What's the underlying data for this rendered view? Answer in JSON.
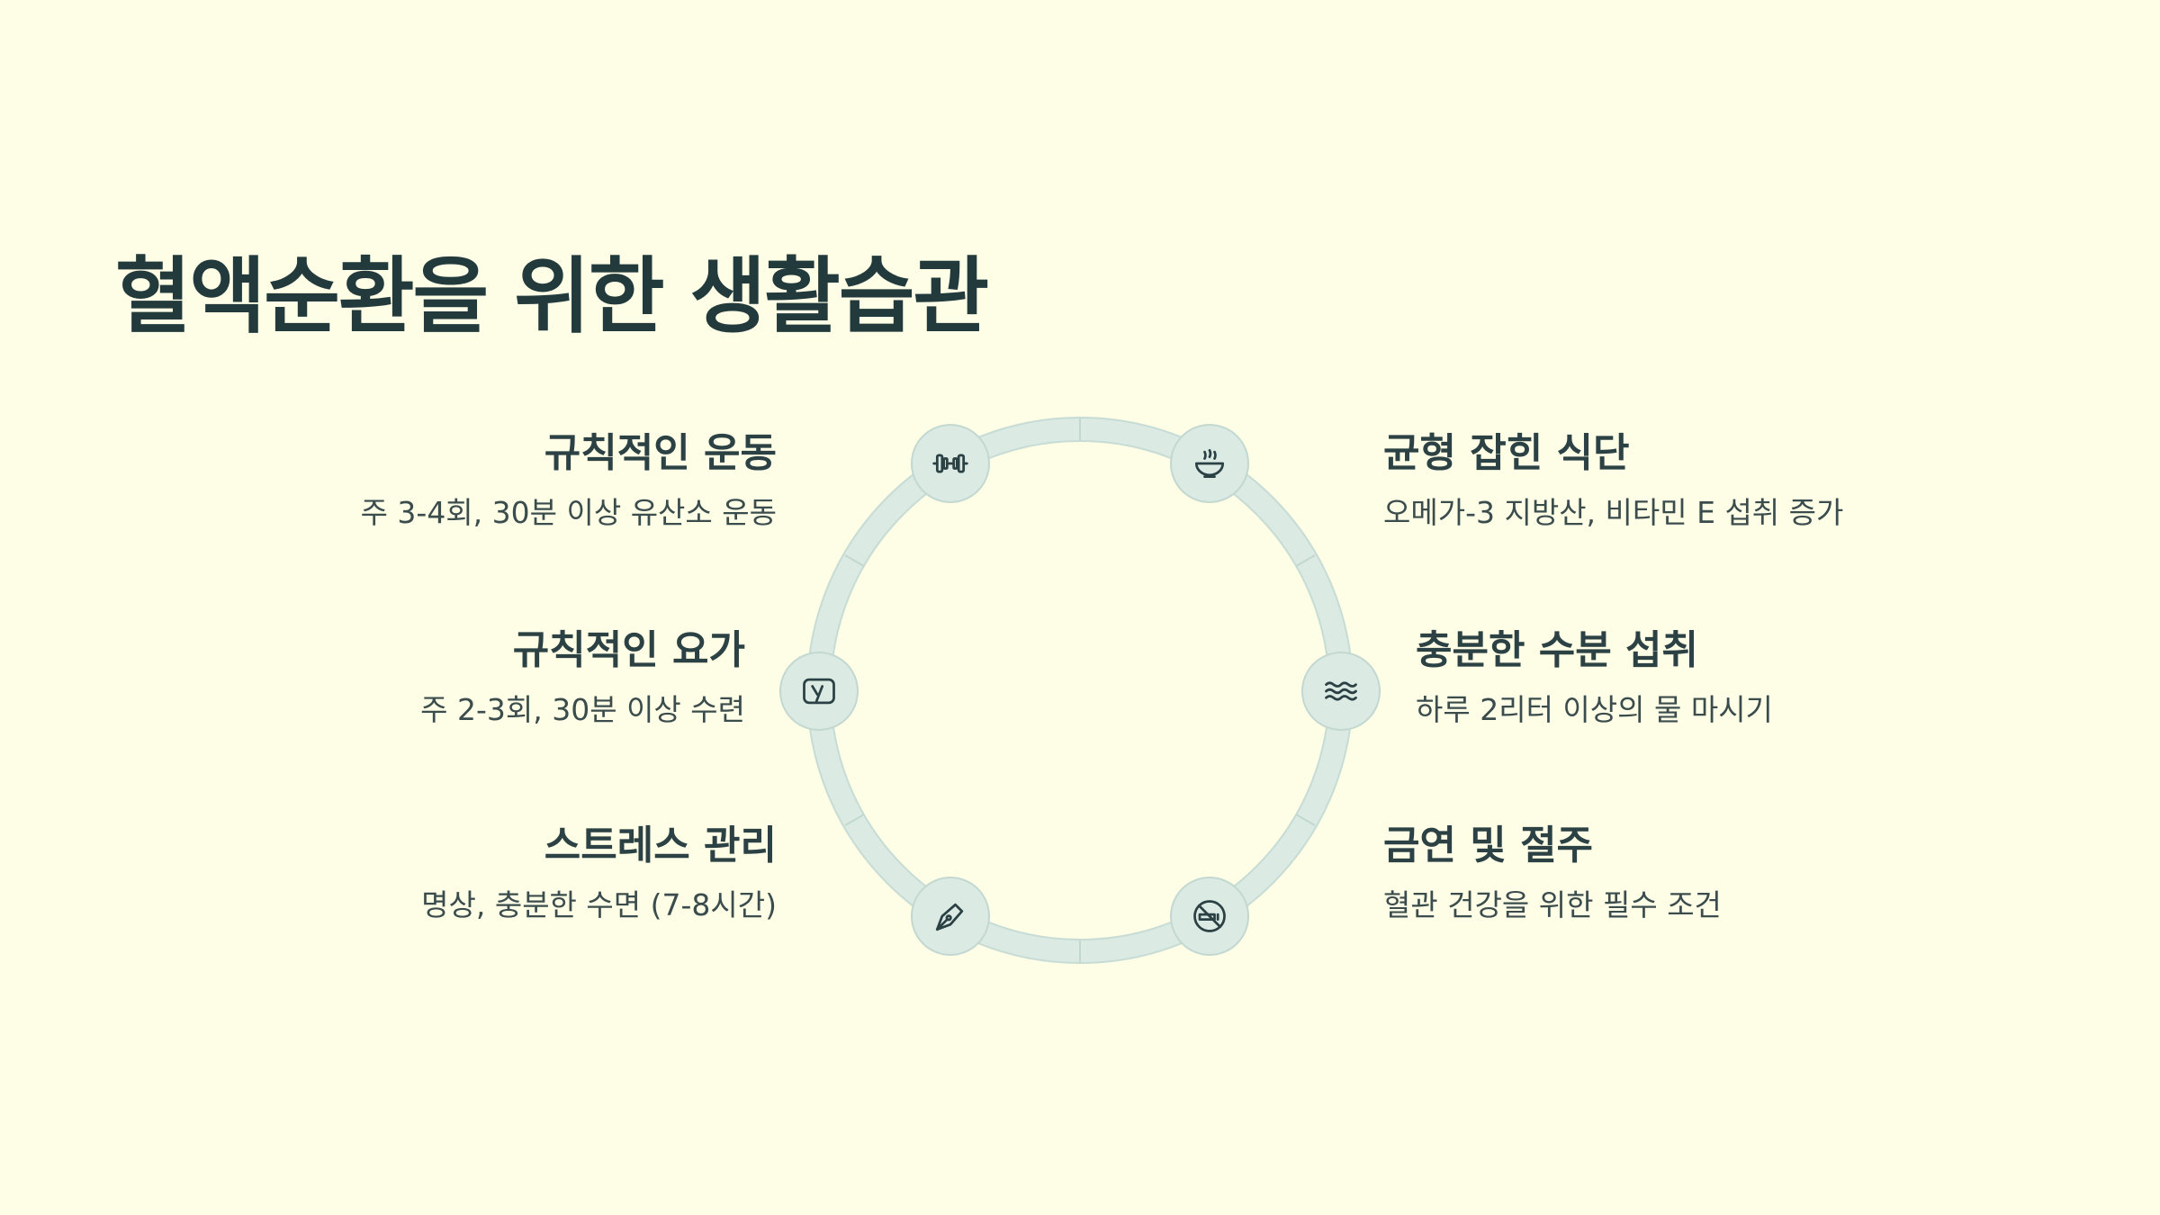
{
  "title": "혈액순환을 위한 생활습관",
  "items": [
    {
      "title": "규칙적인 운동",
      "desc": "주 3-4회, 30분 이상 유산소 운동",
      "icon": "dumbbell-icon"
    },
    {
      "title": "규칙적인 요가",
      "desc": "주 2-3회, 30분 이상 수련",
      "icon": "yoga-icon"
    },
    {
      "title": "스트레스 관리",
      "desc": "명상, 충분한 수면 (7-8시간)",
      "icon": "pen-nib-icon"
    },
    {
      "title": "균형 잡힌 식단",
      "desc": "오메가-3 지방산, 비타민 E 섭취 증가",
      "icon": "bowl-icon"
    },
    {
      "title": "충분한 수분 섭취",
      "desc": "하루 2리터 이상의 물 마시기",
      "icon": "water-waves-icon"
    },
    {
      "title": "금연 및 절주",
      "desc": "혈관 건강을 위한 필수 조건",
      "icon": "no-smoking-icon"
    }
  ],
  "colors": {
    "background": "#fefde6",
    "text": "#233a3c",
    "ring": "#dbeae3",
    "ring_border": "#c2d8d1"
  }
}
